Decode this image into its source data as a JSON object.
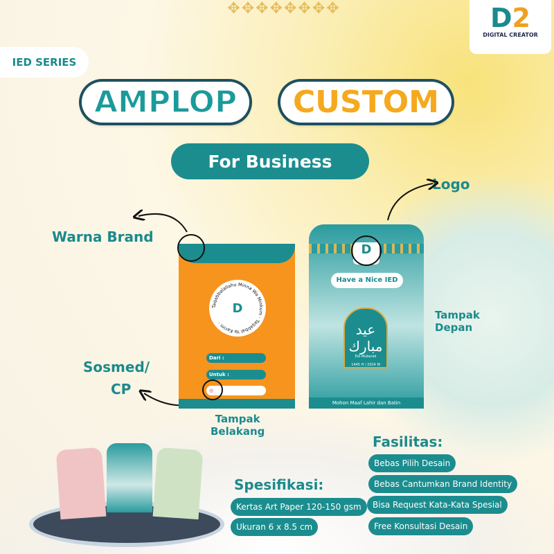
{
  "badge": "IED SERIES",
  "brand": {
    "name": "DIGITAL CREATOR"
  },
  "title": {
    "word1": "AMPLOP",
    "word2": "CUSTOM",
    "subtitle": "For Business"
  },
  "callouts": {
    "warna_brand": "Warna Brand",
    "logo": "Logo",
    "sosmed": "Sosmed/",
    "cp": "CP",
    "tampak_depan_1": "Tampak",
    "tampak_depan_2": "Depan",
    "tampak_belakang_1": "Tampak",
    "tampak_belakang_2": "Belakang"
  },
  "back_envelope": {
    "seal_text": "Taqabbalallahu Minna Wa Minkum · Taqabbal Ya Karim ·",
    "from": "Dari :",
    "to": "Untuk :"
  },
  "front_envelope": {
    "greeting": "Have a Nice IED",
    "arabic": "عيد مبارك",
    "eid": "Eid Mubarak",
    "year": "1445 H / 2024 M",
    "footer": "Mohon Maaf Lahir dan Batin"
  },
  "spesifikasi": {
    "heading": "Spesifikasi:",
    "items": [
      "Kertas Art Paper 120-150 gsm",
      "Ukuran 6 x 8.5 cm"
    ]
  },
  "fasilitas": {
    "heading": "Fasilitas:",
    "items": [
      "Bebas Pilih Desain",
      "Bebas Cantumkan Brand Identity",
      "Bisa Request Kata-Kata Spesial",
      "Free Konsultasi Desain"
    ]
  },
  "colors": {
    "teal": "#1b8d8f",
    "orange": "#f7941d",
    "gold": "#e0a93a"
  }
}
